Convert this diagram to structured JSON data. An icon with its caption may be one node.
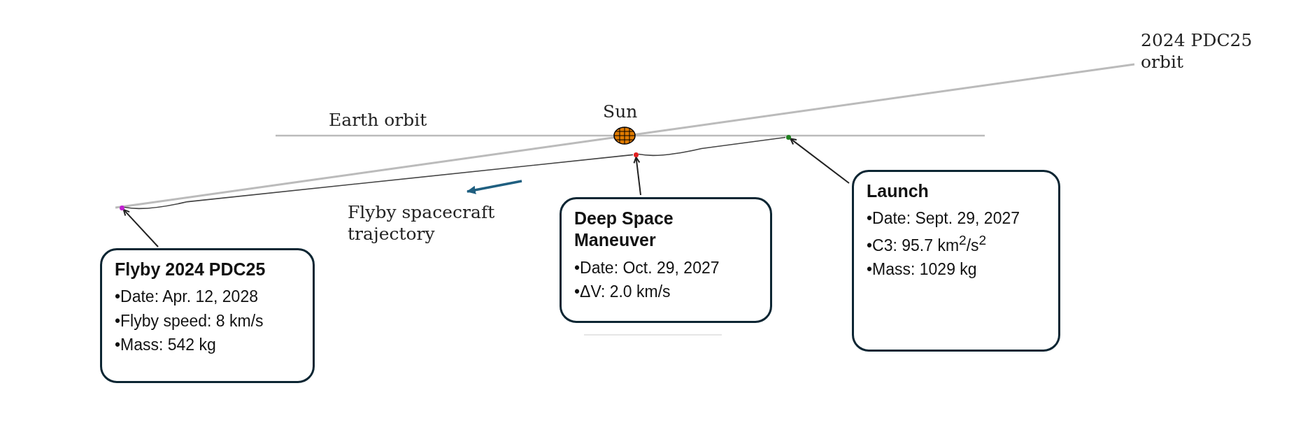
{
  "diagram": {
    "nodes": [
      {
        "text": [
          "Flyby 2024 PDC25",
          "•Date: Apr. 12, 2028",
          "•Flyby speed: 8 km/s",
          "•Mass: 542 kg"
        ]
      },
      {
        "text": [],
        "shape": "circle"
      },
      {
        "text": [
          "Deep Space Maneuver",
          "•Date: Oct. 29, 2027",
          "•ΔV: 2.0 km/s"
        ]
      },
      {
        "text": [],
        "shape": "circle"
      },
      {
        "text": [
          "Launch",
          "•Date: Sept. 29, 2027",
          "•C3: 95.7 km$^{2}$/s$^{2}$",
          "•Mass: 1029 kg"
        ]
      },
      {
        "text": [],
        "shape": "circle"
      }
    ],
    "edges": [
      {
        "from": 0,
        "to": 1,
        "arrow": "to"
      },
      {
        "from": 2,
        "to": 3,
        "arrow": "to"
      },
      {
        "from": 4,
        "to": 5,
        "arrow": "to"
      },
      {
        "from": 5,
        "to": 3,
        "arrow": "none",
        "color": "#444444"
      },
      {
        "from": 3,
        "to": 1,
        "arrow": "none",
        "color": "#444444"
      }
    ],
    "labels": [
      "2024 PDC25 orbit",
      "Earth orbit",
      "Sun",
      "Flyby spacecraft trajectory"
    ]
  }
}
